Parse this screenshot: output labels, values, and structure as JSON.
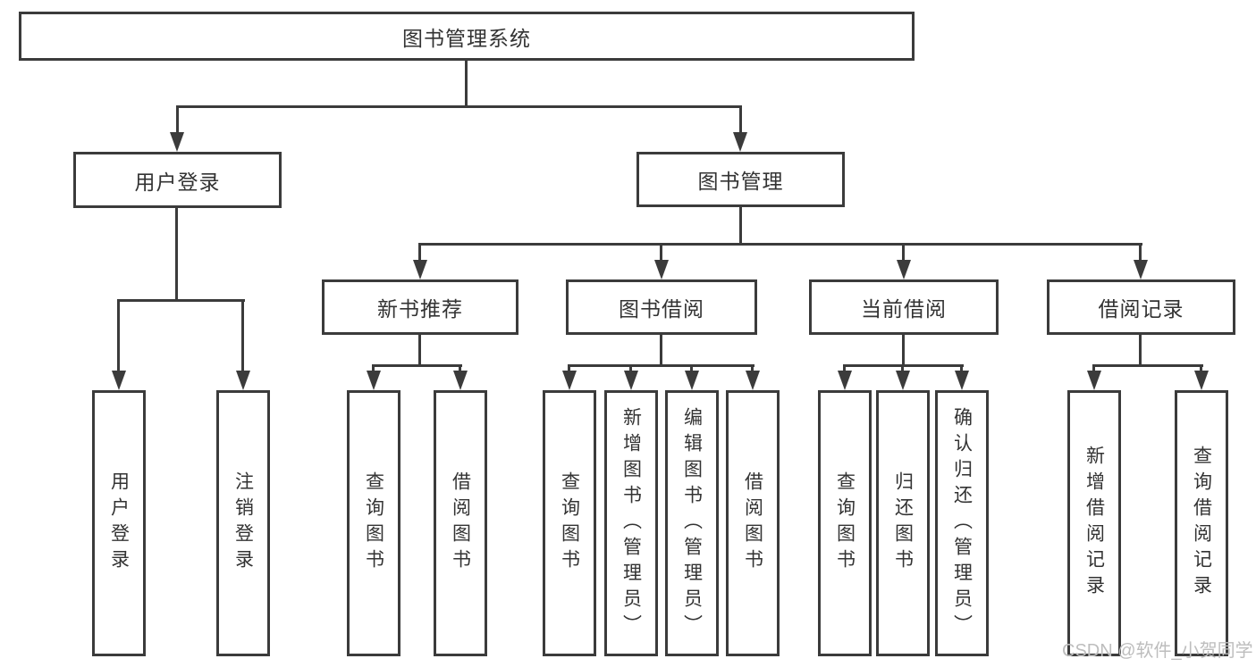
{
  "tree": {
    "label": "图书管理系统",
    "children": [
      {
        "label": "用户登录",
        "children": [
          {
            "label": "用户登录"
          },
          {
            "label": "注销登录"
          }
        ]
      },
      {
        "label": "图书管理",
        "children": [
          {
            "label": "新书推荐",
            "children": [
              {
                "label": "查询图书"
              },
              {
                "label": "借阅图书"
              }
            ]
          },
          {
            "label": "图书借阅",
            "children": [
              {
                "label": "查询图书"
              },
              {
                "label": "新增图书（管理员）"
              },
              {
                "label": "编辑图书（管理员）"
              },
              {
                "label": "借阅图书"
              }
            ]
          },
          {
            "label": "当前借阅",
            "children": [
              {
                "label": "查询图书"
              },
              {
                "label": "归还图书"
              },
              {
                "label": "确认归还（管理员）"
              }
            ]
          },
          {
            "label": "借阅记录",
            "children": [
              {
                "label": "新增借阅记录"
              },
              {
                "label": "查询借阅记录"
              }
            ]
          }
        ]
      }
    ]
  },
  "watermark": "CSDN @软件_小贺同学",
  "colors": {
    "line": "#3b3b3b",
    "text": "#333333",
    "watermark": "#bdbdbd",
    "background": "#ffffff"
  }
}
